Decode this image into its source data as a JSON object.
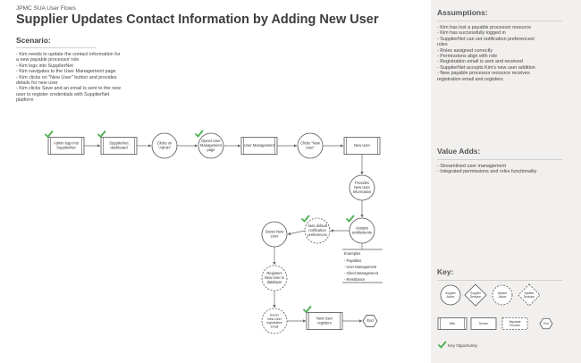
{
  "header": {
    "pretitle": "JPMC SUA User Flows",
    "title": "Supplier Updates Contact Information by Adding New User"
  },
  "scenario": {
    "heading": "Scenario:",
    "items": [
      [
        "- Kim needs to update the contact information for",
        "  a new payable processor role"
      ],
      [
        "- Kim logs into SupplierNet"
      ],
      [
        "- Kim navigates to the User Management page"
      ],
      [
        "- Kim clicks on \"New User\" button and provides",
        "  details for new user"
      ],
      [
        "- Kim clicks Save and an email is sent to the new",
        "  user to register credentials with SupplierNet",
        "  platform"
      ]
    ]
  },
  "assumptions": {
    "heading": "Assumptions:",
    "items": [
      [
        "- Kim has lost a payable processor resource"
      ],
      [
        "- Kim has successfully logged in"
      ],
      [
        "- SupplierNet can set notification preferences/",
        "  roles"
      ],
      [
        "- Roles assigned correctly"
      ],
      [
        "- Permissions align with role"
      ],
      [
        "- Registration email is sent and received"
      ],
      [
        "- SupplierNet accepts Kim's new user addition"
      ],
      [
        "- New payable processor resource receives",
        "  registration email and registers"
      ]
    ]
  },
  "value_adds": {
    "heading": "Value Adds:",
    "items": [
      [
        "- Streamlined user management"
      ],
      [
        "- Integrated permissions and roles functionality"
      ]
    ]
  },
  "flow": {
    "nodes": [
      {
        "id": "admin-logs-in",
        "shape": "page",
        "lines": [
          "Admin logs into",
          "SupplierNet"
        ],
        "check": true
      },
      {
        "id": "suppliernet-dashboard",
        "shape": "page",
        "lines": [
          "SupplierNet",
          "dashboard"
        ],
        "check": true
      },
      {
        "id": "clicks-admin",
        "shape": "circle",
        "lines": [
          "Clicks on",
          "\"Admin\""
        ],
        "check": false
      },
      {
        "id": "opens-user-management",
        "shape": "circle",
        "lines": [
          "Opens User",
          "Management",
          "page"
        ],
        "check": true
      },
      {
        "id": "user-management",
        "shape": "page",
        "lines": [
          "User Management"
        ],
        "check": false
      },
      {
        "id": "clicks-new-user",
        "shape": "circle",
        "lines": [
          "Clicks \"New",
          "User\""
        ],
        "check": false
      },
      {
        "id": "new-user",
        "shape": "page",
        "lines": [
          "New User"
        ],
        "check": false
      },
      {
        "id": "provides-info",
        "shape": "circle",
        "lines": [
          "Provides",
          "New User",
          "Information"
        ],
        "check": false
      },
      {
        "id": "assigns-entitlements",
        "shape": "circle",
        "lines": [
          "Assigns",
          "entitlements"
        ],
        "check": true
      },
      {
        "id": "sets-default-notifications",
        "shape": "circle-dashed",
        "lines": [
          "Sets default",
          "notification",
          "preferences"
        ],
        "check": true
      },
      {
        "id": "saves-new-user",
        "shape": "circle",
        "lines": [
          "Saves New",
          "User"
        ],
        "check": false
      },
      {
        "id": "registers-new-user",
        "shape": "circle-dashed",
        "lines": [
          "Registers",
          "New User in",
          "database"
        ],
        "check": false
      },
      {
        "id": "sends-registration-email",
        "shape": "circle-dashed",
        "lines": [
          "Sends",
          "New User",
          "registration",
          "email"
        ],
        "check": false
      },
      {
        "id": "new-user-registers",
        "shape": "page",
        "lines": [
          "New User",
          "registers"
        ],
        "check": true
      },
      {
        "id": "end",
        "shape": "hexagon",
        "lines": [
          "End"
        ],
        "check": false
      }
    ],
    "examples": {
      "title": "Examples",
      "items": [
        "- Payables",
        "- User Management",
        "- Client Management",
        "- Remittance"
      ]
    }
  },
  "key": {
    "heading": "Key:",
    "shapes": [
      {
        "shape": "circle",
        "lines": [
          "Supplier",
          "Action"
        ]
      },
      {
        "shape": "diamond",
        "lines": [
          "Supplier",
          "Decision"
        ]
      },
      {
        "shape": "circle-dashed",
        "lines": [
          "System",
          "Action"
        ]
      },
      {
        "shape": "diamond-dashed",
        "lines": [
          "System",
          "Decision"
        ]
      },
      {
        "shape": "page",
        "lines": [
          "Web"
        ]
      },
      {
        "shape": "rect",
        "lines": [
          "Screen"
        ]
      },
      {
        "shape": "rect-dashed",
        "lines": [
          "Separate",
          "Process"
        ]
      },
      {
        "shape": "hexagon",
        "lines": [
          "End"
        ]
      }
    ],
    "opportunity_label": "Key Opportunity"
  },
  "colors": {
    "check": "#4caf50",
    "line": "#666666",
    "panel": "#f2f0ee"
  }
}
